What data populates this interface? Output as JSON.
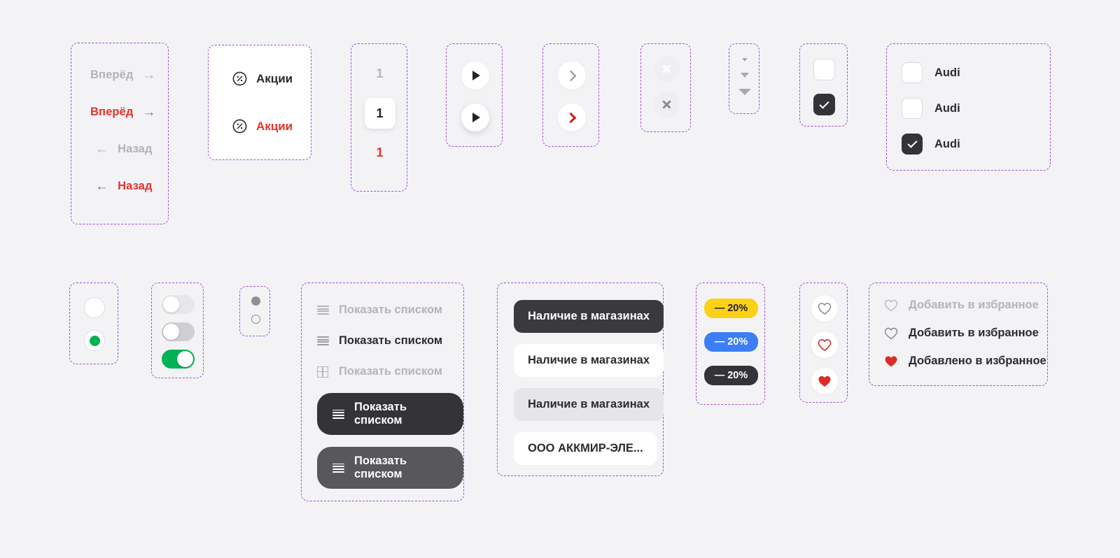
{
  "page": {
    "background": "#f3f3f5",
    "frame_border_color": "#a24fd6",
    "accent_red": "#e6332a",
    "accent_green": "#00b155",
    "accent_dark": "#343438"
  },
  "nav_links": {
    "items": [
      {
        "label": "Вперёд",
        "icon": "arrow-right-icon",
        "glyph": "→",
        "direction": "forward",
        "state": "muted"
      },
      {
        "label": "Вперёд",
        "icon": "arrow-right-icon",
        "glyph": "→",
        "direction": "forward",
        "state": "red"
      },
      {
        "label": "Назад",
        "icon": "arrow-left-icon",
        "glyph": "←",
        "direction": "back",
        "state": "muted"
      },
      {
        "label": "Назад",
        "icon": "arrow-left-icon",
        "glyph": "←",
        "direction": "back",
        "state": "red"
      }
    ]
  },
  "promo": {
    "items": [
      {
        "label": "Акции",
        "icon": "percent-circle-icon",
        "state": "default"
      },
      {
        "label": "Акции",
        "icon": "percent-circle-icon",
        "state": "red"
      }
    ]
  },
  "pagination": {
    "items": [
      {
        "label": "1",
        "state": "muted"
      },
      {
        "label": "1",
        "state": "active"
      },
      {
        "label": "1",
        "state": "red"
      }
    ]
  },
  "play_buttons": {
    "items": [
      {
        "icon": "play-triangle-icon",
        "state": "flat"
      },
      {
        "icon": "play-triangle-icon",
        "state": "elevated"
      }
    ]
  },
  "chevron_buttons": {
    "items": [
      {
        "icon": "chevron-right-icon",
        "state": "muted"
      },
      {
        "icon": "chevron-right-icon",
        "state": "red"
      }
    ]
  },
  "close_buttons": {
    "items": [
      {
        "icon": "close-icon",
        "state": "white-glyph"
      },
      {
        "icon": "close-icon",
        "state": "gray-glyph"
      }
    ]
  },
  "spinner_arrows": {
    "items": [
      {
        "icon": "caret-down-icon",
        "size": "small"
      },
      {
        "icon": "caret-down-icon",
        "size": "medium"
      },
      {
        "icon": "caret-down-icon",
        "size": "large"
      }
    ]
  },
  "checkbox_swatches": {
    "items": [
      {
        "icon": "checkbox-icon",
        "checked": false
      },
      {
        "icon": "checkbox-checked-icon",
        "checked": true
      }
    ]
  },
  "checkbox_list": {
    "items": [
      {
        "label": "Audi",
        "checked": false
      },
      {
        "label": "Audi",
        "checked": false
      },
      {
        "label": "Audi",
        "checked": true
      }
    ]
  },
  "radios": {
    "items": [
      {
        "icon": "radio-icon",
        "selected": false
      },
      {
        "icon": "radio-selected-icon",
        "selected": true
      }
    ]
  },
  "toggles": {
    "items": [
      {
        "icon": "toggle-icon",
        "state": "off-light"
      },
      {
        "icon": "toggle-icon",
        "state": "off-gray"
      },
      {
        "icon": "toggle-icon",
        "state": "on"
      }
    ]
  },
  "mini_dots": {
    "items": [
      {
        "icon": "dot-filled-icon",
        "filled": true
      },
      {
        "icon": "dot-outline-icon",
        "filled": false
      }
    ]
  },
  "list_view_buttons": {
    "items": [
      {
        "label": "Показать списком",
        "icon": "list-icon",
        "state": "muted"
      },
      {
        "label": "Показать списком",
        "icon": "list-icon",
        "state": "dark"
      },
      {
        "label": "Показать списком",
        "icon": "grid-icon",
        "state": "muted"
      },
      {
        "label": "Показать списком",
        "icon": "list-icon",
        "state": "fill-dark"
      },
      {
        "label": "Показать списком",
        "icon": "list-icon",
        "state": "fill-gray"
      }
    ]
  },
  "store_chips": {
    "items": [
      {
        "label": "Наличие в магазинах",
        "state": "dark"
      },
      {
        "label": "Наличие в магазинах",
        "state": "white"
      },
      {
        "label": "Наличие в магазинах",
        "state": "gray"
      },
      {
        "label": "ООО АККМИР-ЭЛЕ...",
        "state": "white"
      }
    ]
  },
  "discount_badges": {
    "items": [
      {
        "label": "— 20%",
        "color": "#fcd116",
        "state": "yellow"
      },
      {
        "label": "— 20%",
        "color": "#3d7ef5",
        "state": "blue"
      },
      {
        "label": "— 20%",
        "color": "#343438",
        "state": "dark"
      }
    ]
  },
  "heart_buttons": {
    "items": [
      {
        "icon": "heart-outline-icon",
        "state": "gray-outline"
      },
      {
        "icon": "heart-outline-icon",
        "state": "red-outline"
      },
      {
        "icon": "heart-filled-icon",
        "state": "red-filled"
      }
    ]
  },
  "favorites": {
    "items": [
      {
        "label": "Добавить в избранное",
        "icon": "heart-outline-icon",
        "state": "muted"
      },
      {
        "label": "Добавить в избранное",
        "icon": "heart-outline-icon",
        "state": "dark"
      },
      {
        "label": "Добавлено в избранное",
        "icon": "heart-filled-icon",
        "state": "added"
      }
    ]
  }
}
